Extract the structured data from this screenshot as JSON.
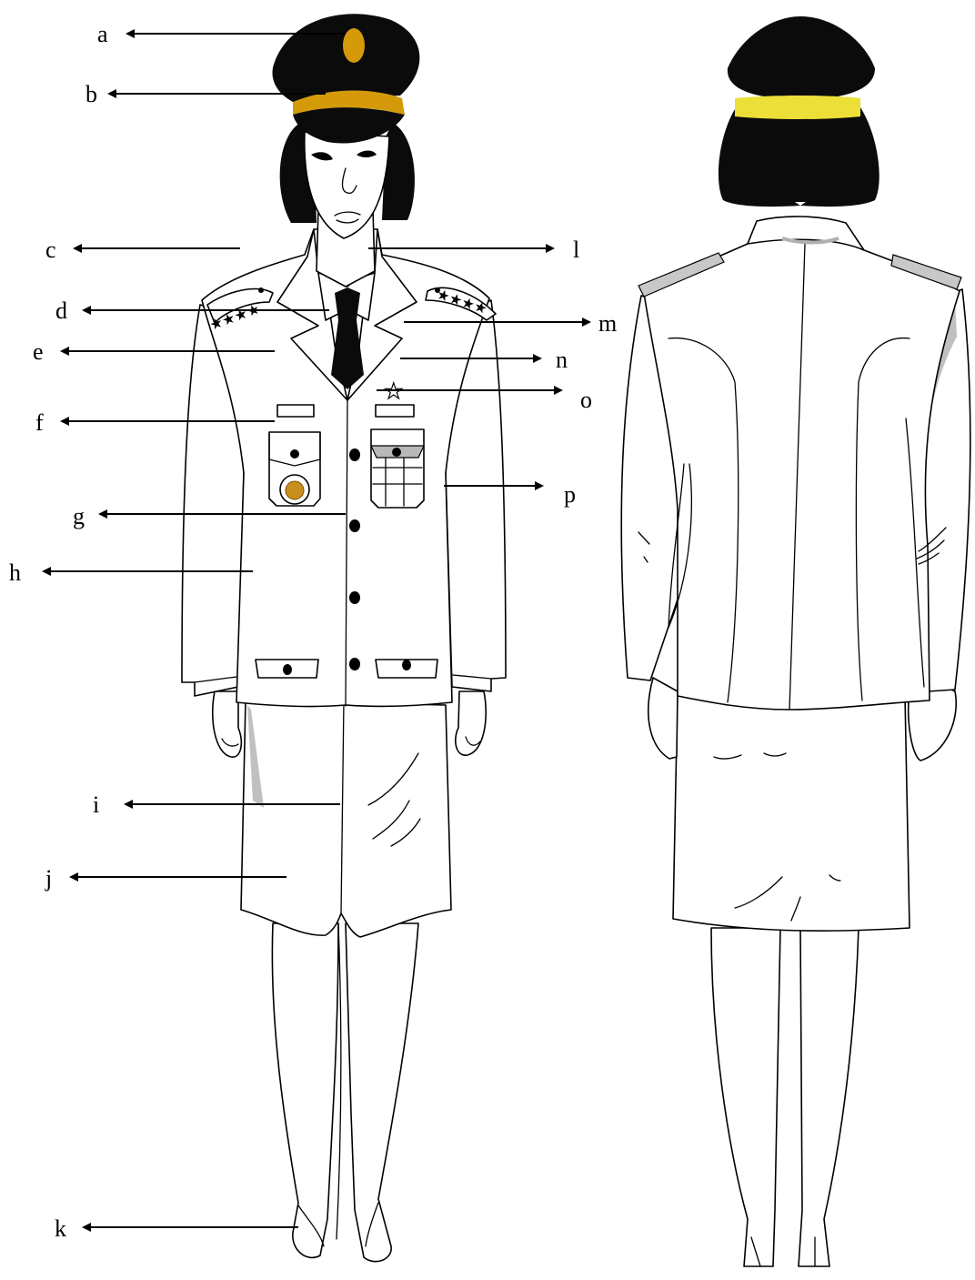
{
  "colors": {
    "cap": "#0b0b0b",
    "cap_badge": "#d49a0a",
    "cap_band_front": "#d49a0a",
    "cap_band_back": "#ecdf38",
    "hair": "#0b0b0b",
    "shoulder_board_back": "#c8c8c8",
    "shade": "#c0c0c0",
    "medal": "#c98f1e"
  },
  "callouts": {
    "a": "a",
    "b": "b",
    "c": "c",
    "d": "d",
    "e": "e",
    "f": "f",
    "g": "g",
    "h": "h",
    "i": "i",
    "j": "j",
    "k": "k",
    "l": "l",
    "m": "m",
    "n": "n",
    "o": "o",
    "p": "p"
  },
  "icons": {
    "arrow": "arrowhead-icon",
    "star": "star-icon"
  }
}
